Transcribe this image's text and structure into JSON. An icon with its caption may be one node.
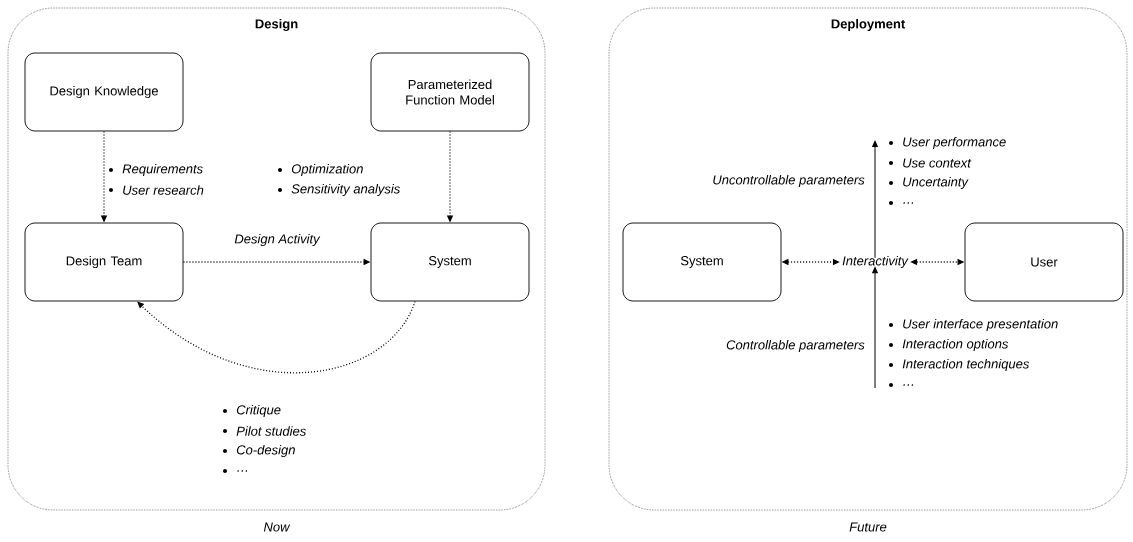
{
  "diagram": {
    "nodes": [
      {
        "text": [
          "Design"
        ],
        "beside": [
          "Now"
        ]
      },
      {
        "text": [
          "Design Knowledge"
        ],
        "in": 0
      },
      {
        "text": [
          "Parameterized Function Model"
        ],
        "in": 0
      },
      {
        "text": [
          "Design Team"
        ],
        "in": 0
      },
      {
        "text": [
          "System"
        ],
        "in": 0
      },
      {
        "text": [
          "Deployment"
        ],
        "beside": [
          "Future"
        ]
      },
      {
        "text": [
          "System"
        ],
        "in": 5
      },
      {
        "text": [
          "Interactivity"
        ],
        "in": 5
      },
      {
        "text": [
          "User"
        ],
        "in": 5
      }
    ],
    "edges": [
      {
        "from": 1,
        "to": 3,
        "arrow": "to",
        "style": "dashed"
      },
      {
        "from": 2,
        "to": 4,
        "arrow": "to",
        "style": "dashed"
      },
      {
        "from": 3,
        "to": 4,
        "arrow": "to",
        "style": "dashed",
        "label": "Design Activity"
      },
      {
        "from": 4,
        "to": 3,
        "arrow": "to",
        "style": "dashed"
      },
      {
        "from": 6,
        "to": 7,
        "arrow": "both",
        "style": "dashed"
      },
      {
        "from": 7,
        "to": 8,
        "arrow": "both",
        "style": "dashed"
      },
      {
        "from": 7,
        "to": null,
        "arrow": "to",
        "label": "Uncontrollable parameters"
      },
      {
        "from": null,
        "to": 7,
        "arrow": "to",
        "label": "Controllable parameters"
      }
    ],
    "labels": [
      "Requirements",
      "User research",
      "Optimization",
      "Sensitivity analysis",
      "Critique",
      "Pilot studies",
      "Co-design",
      "…",
      "User performance",
      "Use context",
      "Uncertainty",
      "…",
      "User interface presentation",
      "Interaction options",
      "Interaction techniques",
      "…"
    ]
  }
}
